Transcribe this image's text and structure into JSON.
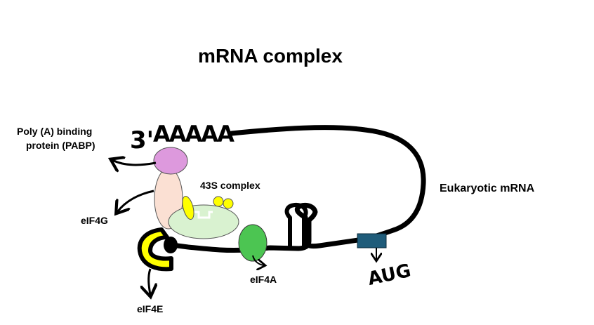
{
  "title": "mRNA complex",
  "cap_end_label": "3'",
  "poly_a_text": "AAAAA",
  "labels": {
    "pabp_line1": "Poly (A) binding",
    "pabp_line2": "protein (PABP)",
    "complex_43s": "43S complex",
    "eif4g": "eIF4G",
    "eif4e": "eIF4E",
    "eif4a": "eIF4A",
    "eukaryotic_mrna": "Eukaryotic mRNA",
    "aug": "AUG"
  },
  "colors": {
    "line": "#000000",
    "pabp": "#dd99dd",
    "eif4g": "#fbe0d3",
    "small_subunit": "#d9f2d0",
    "yellow": "#ffff00",
    "eif4a": "#4cc552",
    "aug_box": "#1f5c7a",
    "cap": "#000000"
  }
}
